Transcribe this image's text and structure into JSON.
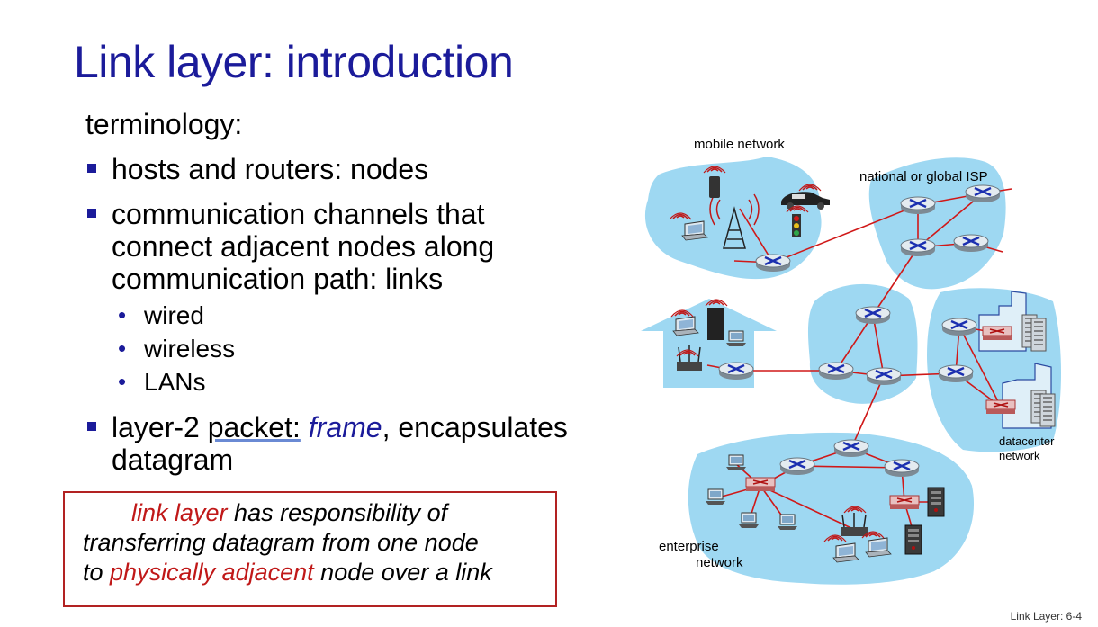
{
  "title": "Link layer: introduction",
  "lead": "terminology:",
  "bullets": {
    "b1": "hosts and routers: nodes",
    "b2": "communication channels that connect adjacent nodes along communication path: links",
    "sub": [
      "wired",
      "wireless",
      "LANs"
    ],
    "b3_prefix": "layer-2 ",
    "b3_packet": "packet:",
    "b3_frame": "frame",
    "b3_rest": ", encapsulates datagram"
  },
  "box": {
    "p1": "link layer",
    "p2": " has responsibility of",
    "p3": "transferring datagram from one node",
    "p4": "to ",
    "p5": "physically adjacent",
    "p6": " node over a link"
  },
  "diagram": {
    "mobile": "mobile network",
    "isp": "national or global ISP",
    "datacenter1": "datacenter",
    "datacenter2": "network",
    "enterprise1": "enterprise",
    "enterprise2": "network"
  },
  "footer": "Link Layer: 6-4",
  "colors": {
    "title": "#1b1b9a",
    "link": "#d01818",
    "cloud": "#9ed8f2",
    "box_border": "#b22222"
  }
}
